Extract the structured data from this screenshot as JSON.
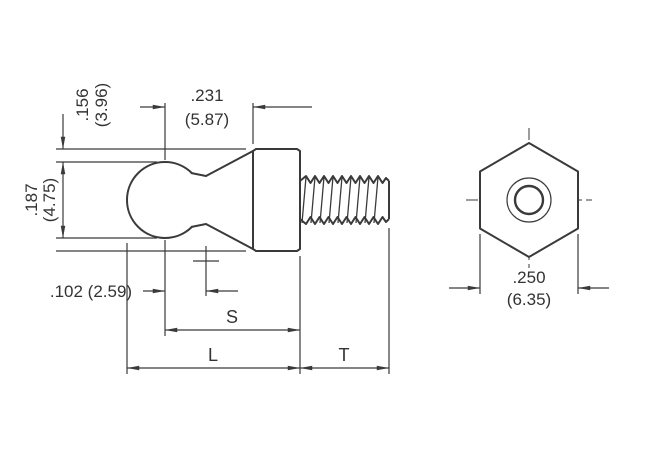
{
  "drawing": {
    "type": "technical-drawing-ball-stud",
    "colors": {
      "line": "#3a3a3a",
      "text": "#333333",
      "background": "#ffffff"
    },
    "side_view": {
      "dim_neck_top": {
        "inches": ".156",
        "mm": "(3.96)"
      },
      "dim_ball_to_hex": {
        "inches": ".231",
        "mm": "(5.87)"
      },
      "dim_ball_dia": {
        "inches": ".187",
        "mm": "(4.75)"
      },
      "dim_neck_offset": {
        "label": ".102 (2.59)"
      },
      "dim_s": "S",
      "dim_l": "L",
      "dim_t": "T"
    },
    "end_view": {
      "dim_hex_width": {
        "inches": ".250",
        "mm": "(6.35)"
      }
    }
  }
}
